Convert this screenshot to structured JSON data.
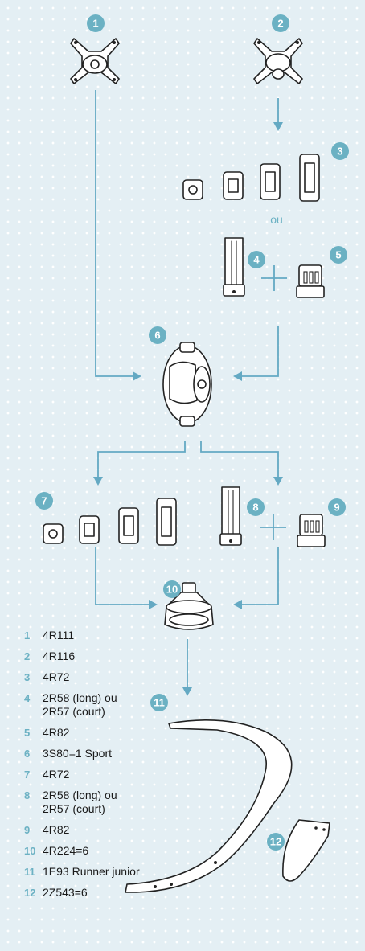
{
  "or_label": "ou",
  "badges": [
    {
      "n": "1"
    },
    {
      "n": "2"
    },
    {
      "n": "3"
    },
    {
      "n": "4"
    },
    {
      "n": "5"
    },
    {
      "n": "6"
    },
    {
      "n": "7"
    },
    {
      "n": "8"
    },
    {
      "n": "9"
    },
    {
      "n": "10"
    },
    {
      "n": "11"
    },
    {
      "n": "12"
    }
  ],
  "legend": [
    {
      "num": "1",
      "text": "4R111"
    },
    {
      "num": "2",
      "text": "4R116"
    },
    {
      "num": "3",
      "text": "4R72"
    },
    {
      "num": "4",
      "text": "2R58 (long) ou\n2R57 (court)"
    },
    {
      "num": "5",
      "text": "4R82"
    },
    {
      "num": "6",
      "text": "3S80=1 Sport"
    },
    {
      "num": "7",
      "text": "4R72"
    },
    {
      "num": "8",
      "text": "2R58 (long) ou\n2R57 (court)"
    },
    {
      "num": "9",
      "text": "4R82"
    },
    {
      "num": "10",
      "text": "4R224=6"
    },
    {
      "num": "11",
      "text": "1E93 Runner junior"
    },
    {
      "num": "12",
      "text": "2Z543=6"
    }
  ],
  "colors": {
    "accent": "#6bb1c3",
    "arrow": "#64a9c3",
    "background": "#e4eff4"
  }
}
